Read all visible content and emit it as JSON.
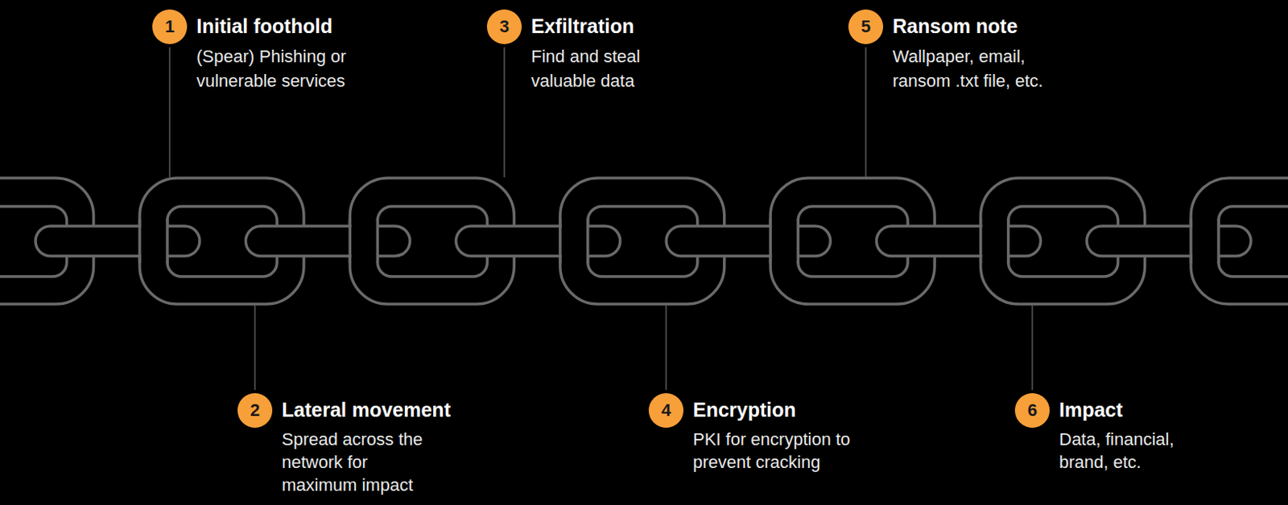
{
  "diagram": {
    "nodes": [
      {
        "text": [
          "1",
          "Initial foothold",
          "(Spear) Phishing or vulnerable services"
        ]
      },
      {
        "text": [
          "2",
          "Lateral movement",
          "Spread across the network for maximum impact"
        ]
      },
      {
        "text": [
          "3",
          "Exfiltration",
          "Find and steal valuable data"
        ]
      },
      {
        "text": [
          "4",
          "Encryption",
          "PKI for encryption to prevent cracking"
        ]
      },
      {
        "text": [
          "5",
          "Ransom note",
          "Wallpaper, email, ransom .txt file, etc."
        ]
      },
      {
        "text": [
          "6",
          "Impact",
          "Data, financial, brand, etc."
        ]
      }
    ]
  }
}
